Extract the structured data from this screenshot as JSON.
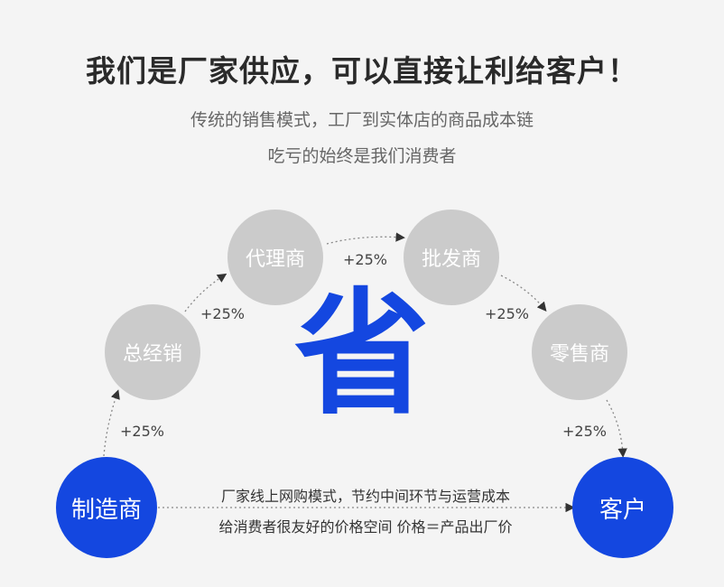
{
  "header": {
    "title": "我们是厂家供应，可以直接让利给客户！",
    "subtitle_line1": "传统的销售模式，工厂到实体店的商品成本链",
    "subtitle_line2": "吃亏的始终是我们消费者"
  },
  "nodes": {
    "manufacturer": "制造商",
    "distributor": "总经销",
    "agent": "代理商",
    "wholesaler": "批发商",
    "retailer": "零售商",
    "customer": "客户"
  },
  "markups": {
    "manufacturer_to_distributor": "+25%",
    "distributor_to_agent": "+25%",
    "agent_to_wholesaler": "+25%",
    "wholesaler_to_retailer": "+25%",
    "retailer_to_customer": "+25%"
  },
  "center_char": "省",
  "description": {
    "line1": "厂家线上网购模式，节约中间环节与运营成本",
    "line2": "给消费者很友好的价格空间   价格＝产品出厂价"
  },
  "colors": {
    "accent_blue": "#1447e0",
    "node_gray": "#cbcbcb",
    "background": "#f4f4f4"
  }
}
